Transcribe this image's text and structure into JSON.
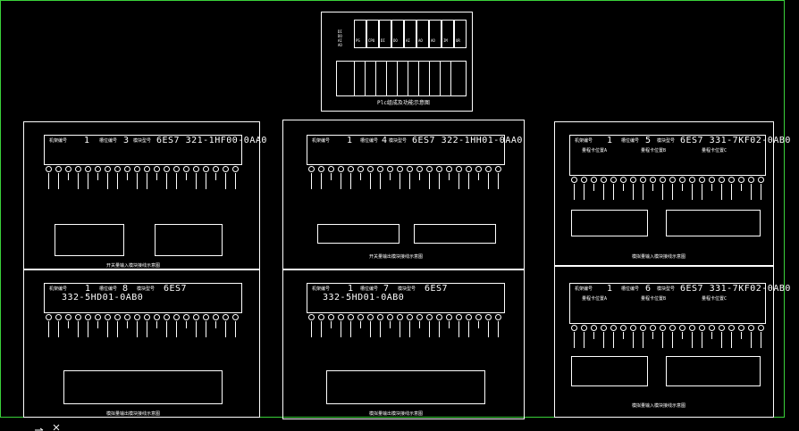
{
  "plc_overview": {
    "caption": "Plc组成及功能示意图",
    "slots": [
      "PS",
      "CPU",
      "DI",
      "DO",
      "AI",
      "AO",
      "AO",
      "IM",
      "UR"
    ],
    "side_labels": [
      "DI",
      "DO",
      "AI",
      "AO"
    ]
  },
  "modules": [
    {
      "id": "m3",
      "header_left": "机架编号",
      "rack": "1",
      "slot_label": "槽位编号",
      "slot": "3",
      "order_label": "模块型号",
      "order": "6ES7 321-1HF00-0AA0",
      "caption": "开关量输入模块接线示意图"
    },
    {
      "id": "m4",
      "header_left": "机架编号",
      "rack": "1",
      "slot_label": "槽位编号",
      "slot": "4",
      "order_label": "模块型号",
      "order": "6ES7 322-1HH01-0AA0",
      "caption": "开关量输出模块接线示意图"
    },
    {
      "id": "m5",
      "header_left": "机架编号",
      "rack": "1",
      "slot_label": "槽位编号",
      "slot": "5",
      "order_label": "模块型号",
      "order": "6ES7 331-7KF02-0AB0",
      "caption": "模拟量输入模块接线示意图"
    },
    {
      "id": "m8",
      "header_left": "机架编号",
      "rack": "1",
      "slot_label": "槽位编号",
      "slot": "8",
      "order_label": "模块型号",
      "order": "6ES7",
      "order2": "332-5HD01-0AB0",
      "caption": "模拟量输出模块接线示意图"
    },
    {
      "id": "m7",
      "header_left": "机架编号",
      "rack": "1",
      "slot_label": "槽位编号",
      "slot": "7",
      "order_label": "模块型号",
      "order": "6ES7",
      "order2": "332-5HD01-0AB0",
      "caption": "模拟量输出模块接线示意图"
    },
    {
      "id": "m6",
      "header_left": "机架编号",
      "rack": "1",
      "slot_label": "槽位编号",
      "slot": "6",
      "order_label": "模块型号",
      "order": "6ES7 331-7KF02-0AB0",
      "caption": "模拟量输入模块接线示意图"
    }
  ],
  "ai_group_labels": [
    "量程卡位置A",
    "量程卡位置B",
    "量程卡位置C"
  ],
  "colors": {
    "frame": "#3ad13a",
    "line": "#ffffff",
    "background": "#000000"
  }
}
